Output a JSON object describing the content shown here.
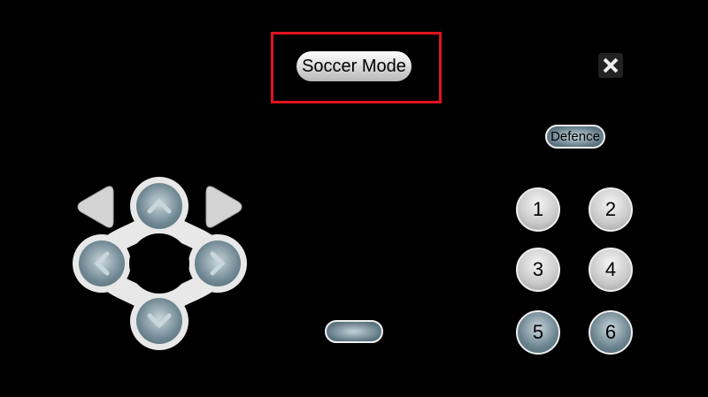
{
  "header": {
    "mode_label": "Soccer Mode",
    "close_icon": "close-icon"
  },
  "defence_label": "Defence",
  "players": [
    "1",
    "2",
    "3",
    "4",
    "5",
    "6"
  ],
  "colors": {
    "highlight": "#e0141e"
  }
}
